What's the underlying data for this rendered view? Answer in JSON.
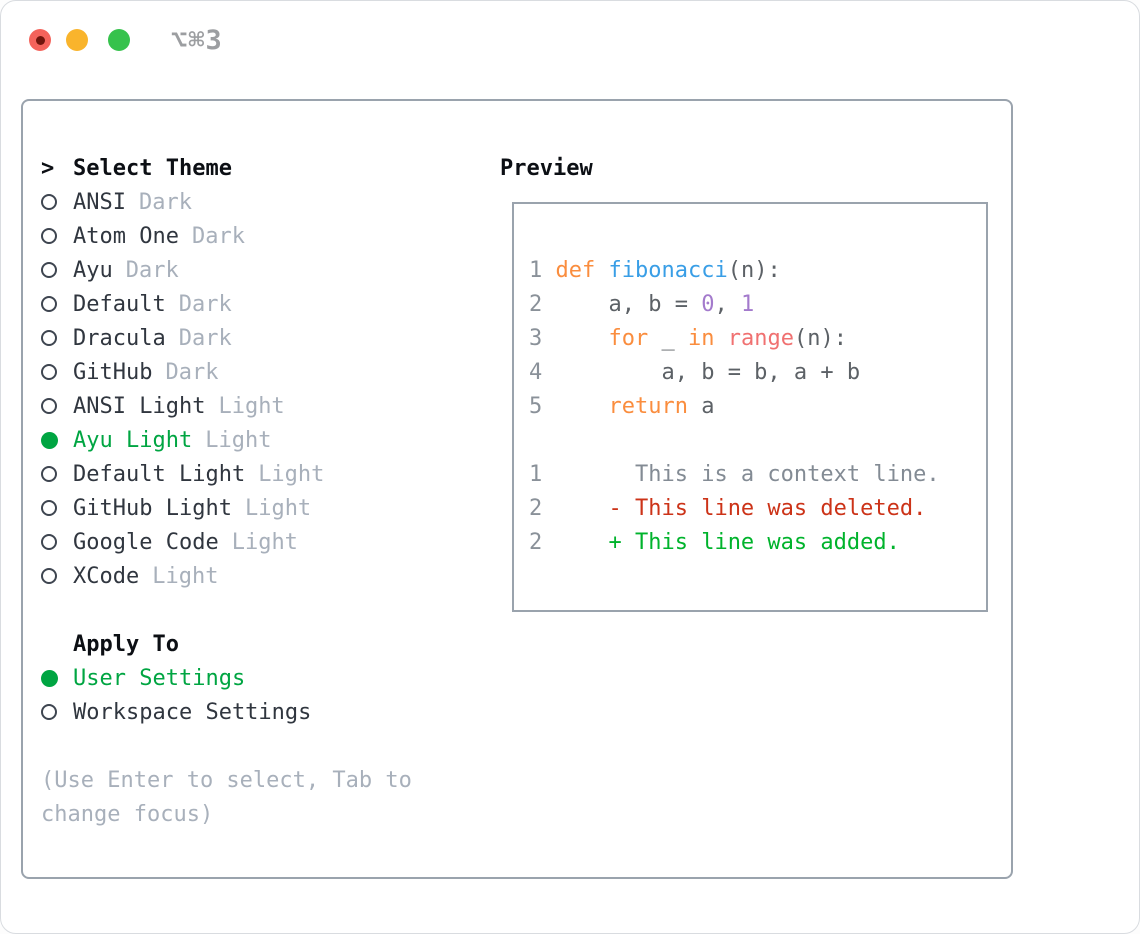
{
  "window": {
    "title": "⌥⌘3",
    "traffic_lights": [
      {
        "name": "close",
        "color": "#f4635b"
      },
      {
        "name": "minimize",
        "color": "#f9b42c"
      },
      {
        "name": "zoom",
        "color": "#36c24c"
      }
    ]
  },
  "theme_picker": {
    "header": {
      "prefix": ">",
      "label": "Select Theme"
    },
    "themes": [
      {
        "name": "ANSI",
        "variant": "Dark",
        "selected": false
      },
      {
        "name": "Atom One",
        "variant": "Dark",
        "selected": false
      },
      {
        "name": "Ayu",
        "variant": "Dark",
        "selected": false
      },
      {
        "name": "Default",
        "variant": "Dark",
        "selected": false
      },
      {
        "name": "Dracula",
        "variant": "Dark",
        "selected": false
      },
      {
        "name": "GitHub",
        "variant": "Dark",
        "selected": false
      },
      {
        "name": "ANSI Light",
        "variant": "Light",
        "selected": false
      },
      {
        "name": "Ayu Light",
        "variant": "Light",
        "selected": true
      },
      {
        "name": "Default Light",
        "variant": "Light",
        "selected": false
      },
      {
        "name": "GitHub Light",
        "variant": "Light",
        "selected": false
      },
      {
        "name": "Google Code",
        "variant": "Light",
        "selected": false
      },
      {
        "name": "XCode",
        "variant": "Light",
        "selected": false
      }
    ],
    "apply_to": {
      "header": "Apply To",
      "options": [
        {
          "label": "User Settings",
          "selected": true
        },
        {
          "label": "Workspace Settings",
          "selected": false
        }
      ]
    },
    "hint_lines": [
      "(Use Enter to select, Tab to",
      "change focus)"
    ]
  },
  "preview": {
    "header": "Preview",
    "lines": [
      {
        "tokens": [
          [
            "1",
            "num"
          ],
          [
            " ",
            "plain"
          ],
          [
            "def",
            "kw"
          ],
          [
            " ",
            "plain"
          ],
          [
            "fibonacci",
            "fn"
          ],
          [
            "(n):",
            "plain"
          ]
        ]
      },
      {
        "tokens": [
          [
            "2",
            "num"
          ],
          [
            "     ",
            "plain"
          ],
          [
            "a, b = ",
            "plain"
          ],
          [
            "0",
            "const"
          ],
          [
            ", ",
            "plain"
          ],
          [
            "1",
            "const"
          ]
        ]
      },
      {
        "tokens": [
          [
            "3",
            "num"
          ],
          [
            "     ",
            "plain"
          ],
          [
            "for",
            "kw"
          ],
          [
            " _ ",
            "plain"
          ],
          [
            "in",
            "kw"
          ],
          [
            " ",
            "plain"
          ],
          [
            "range",
            "call"
          ],
          [
            "(n):",
            "plain"
          ]
        ]
      },
      {
        "tokens": [
          [
            "4",
            "num"
          ],
          [
            "         ",
            "plain"
          ],
          [
            "a, b = b, a + b",
            "plain"
          ]
        ]
      },
      {
        "tokens": [
          [
            "5",
            "num"
          ],
          [
            "     ",
            "plain"
          ],
          [
            "return",
            "kw"
          ],
          [
            " a",
            "plain"
          ]
        ]
      },
      {
        "tokens": []
      },
      {
        "tokens": [
          [
            "1",
            "num"
          ],
          [
            "       ",
            "plain"
          ],
          [
            "This is a context line.",
            "ctx"
          ]
        ]
      },
      {
        "tokens": [
          [
            "2",
            "num"
          ],
          [
            "     ",
            "plain"
          ],
          [
            "- This line was deleted.",
            "del"
          ]
        ]
      },
      {
        "tokens": [
          [
            "2",
            "num"
          ],
          [
            "     ",
            "plain"
          ],
          [
            "+ This line was added.",
            "add"
          ]
        ]
      }
    ]
  },
  "colors": {
    "selected_green": "#00a542",
    "panel_border": "#9aa3ad",
    "header_text": "#0c0f14",
    "item_text": "#30363f",
    "muted_gray": "#a8b0bb",
    "window_title_gray": "#9c9ea1",
    "traffic_red": "#f4635b",
    "traffic_red_dot": "#70150c",
    "traffic_yellow": "#f9b42c",
    "traffic_green": "#36c24c",
    "syntax": {
      "line_number": "#8a9199",
      "keyword": "#fa8d3e",
      "function_name": "#399ee6",
      "call": "#f07171",
      "constant": "#a37acc",
      "plain": "#5c6166",
      "context": "#838b94",
      "deleted": "#cc3318",
      "added": "#00b32c"
    }
  }
}
